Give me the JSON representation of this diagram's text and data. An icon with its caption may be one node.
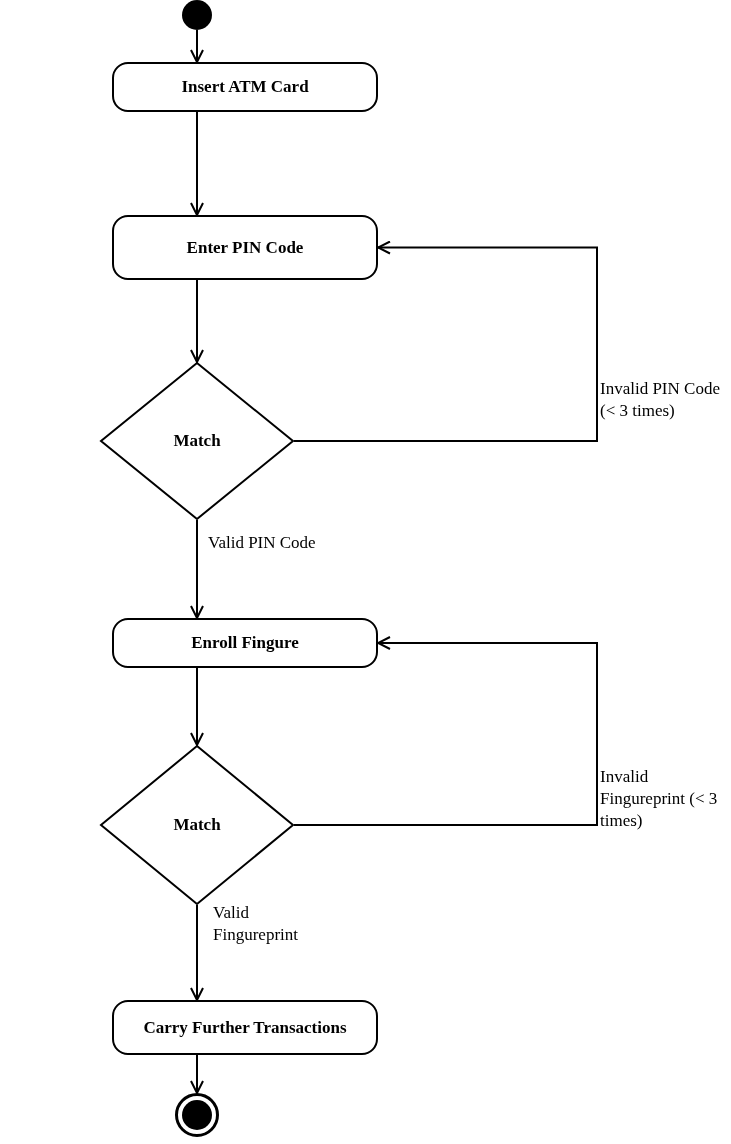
{
  "diagram": {
    "nodes": [
      {
        "text": [],
        "shape": "circle"
      },
      {
        "text": [
          "Insert ATM Card"
        ]
      },
      {
        "text": [
          "Enter PIN Code"
        ]
      },
      {
        "text": [
          "Match"
        ]
      },
      {
        "text": [
          "Enroll Fingure"
        ]
      },
      {
        "text": [
          "Match"
        ]
      },
      {
        "text": [
          "Carry Further Transactions"
        ]
      },
      {
        "text": [],
        "shape": "circle"
      }
    ],
    "edges": [
      {
        "from": 0,
        "to": 1,
        "arrow": "to"
      },
      {
        "from": 1,
        "to": 2,
        "arrow": "to"
      },
      {
        "from": 2,
        "to": 3,
        "arrow": "to"
      },
      {
        "from": 3,
        "to": 2,
        "arrow": "to",
        "label": "Invalid PIN Code (< 3 times)"
      },
      {
        "from": 3,
        "to": 4,
        "arrow": "to",
        "label": "Valid PIN Code"
      },
      {
        "from": 4,
        "to": 5,
        "arrow": "to"
      },
      {
        "from": 5,
        "to": 4,
        "arrow": "to",
        "label": "Invalid Fingureprint (< 3 times)"
      },
      {
        "from": 5,
        "to": 6,
        "arrow": "to",
        "label": "Valid Fingureprint"
      },
      {
        "from": 6,
        "to": 7,
        "arrow": "to"
      }
    ]
  }
}
